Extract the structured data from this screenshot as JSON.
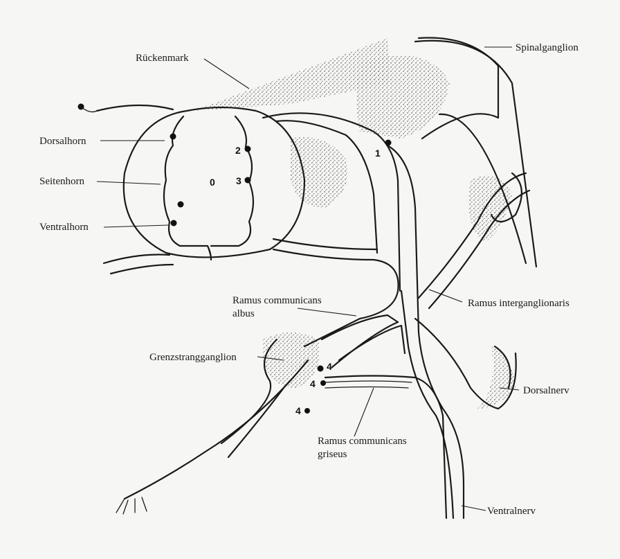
{
  "labels": {
    "rueckenmark": "Rückenmark",
    "spinalganglion": "Spinalganglion",
    "dorsalhorn": "Dorsalhorn",
    "seitenhorn": "Seitenhorn",
    "ventralhorn": "Ventralhorn",
    "ramus_communicans_albus_1": "Ramus communicans",
    "ramus_communicans_albus_2": "albus",
    "ramus_interganglionaris": "Ramus interganglionaris",
    "grenzstrangganglion": "Grenzstrangganglion",
    "dorsalnerv": "Dorsalnerv",
    "ramus_communicans_griseus_1": "Ramus communicans",
    "ramus_communicans_griseus_2": "griseus",
    "ventralnerv": "Ventralnerv"
  },
  "numbers": {
    "n0": "0",
    "n1": "1",
    "n2": "2",
    "n3": "3",
    "n4a": "4",
    "n4b": "4",
    "n4c": "4"
  },
  "colors": {
    "ink": "#1a1a1a",
    "paper": "#f6f6f4"
  }
}
